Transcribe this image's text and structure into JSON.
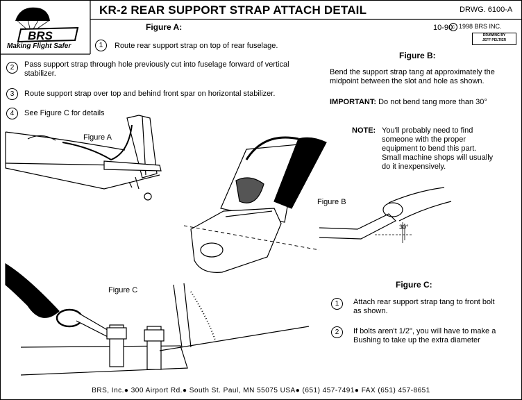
{
  "header": {
    "logo_text": "BRS",
    "tagline": "Making Flight Safer",
    "title": "KR-2 REAR SUPPORT STRAP ATTACH DETAIL",
    "drawing_number": "DRWG. 6100-A",
    "revision": "10-90",
    "copyright": "1998 BRS INC.",
    "drawn_by_line1": "DRAWING BY",
    "drawn_by_line2": "JEFF PELTIER"
  },
  "figure_a": {
    "heading": "Figure A:",
    "steps": [
      {
        "num": "1",
        "text": "Route rear support strap on top of rear fuselage."
      },
      {
        "num": "2",
        "text": "Pass support strap through hole previously cut into fuselage forward of vertical stabilizer."
      },
      {
        "num": "3",
        "text": "Route support strap over top and behind front spar on horizontal stabilizer."
      },
      {
        "num": "4",
        "text": "See Figure C for details"
      }
    ],
    "diagram_label": "Figure A"
  },
  "figure_b": {
    "heading": "Figure B:",
    "text": "Bend the support strap tang at approximately the midpoint between the slot and hole as shown.",
    "important_label": "IMPORTANT:",
    "important_text": "Do not bend tang more than 30°",
    "note_label": "NOTE:",
    "note_text": "You'll probably need to find someone with the proper equipment to bend this part. Small machine shops will usually do it inexpensively.",
    "diagram_label": "Figure B",
    "angle_label": "30°"
  },
  "figure_c": {
    "heading": "Figure C:",
    "steps": [
      {
        "num": "1",
        "text": "Attach rear support strap tang to front bolt as shown."
      },
      {
        "num": "2",
        "text": "If bolts aren't 1/2\", you will have to make a Bushing to take up the extra diameter"
      }
    ],
    "diagram_label": "Figure C"
  },
  "footer": {
    "text": "BRS, Inc.● 300 Airport Rd.● South St. Paul, MN 55075 USA● (651) 457-7491● FAX (651) 457-8651"
  }
}
